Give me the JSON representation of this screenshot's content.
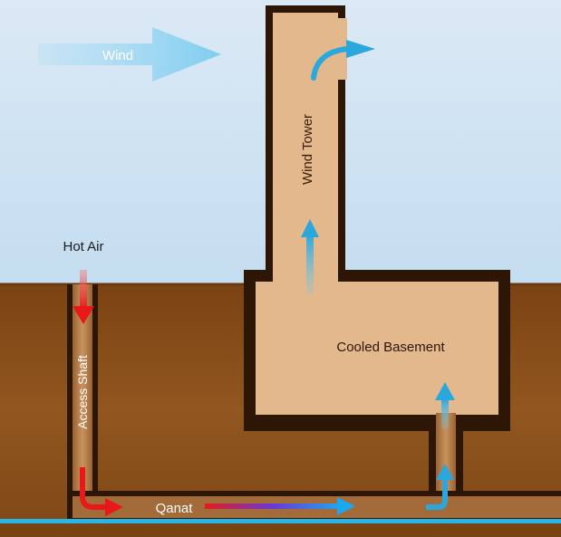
{
  "labels": {
    "wind": "Wind",
    "wind_tower": "Wind Tower",
    "hot_air": "Hot Air",
    "access_shaft": "Access Shaft",
    "cooled_basement": "Cooled Basement",
    "qanat": "Qanat"
  },
  "colors": {
    "sky": "#cfe3f2",
    "ground": "#8a4f18",
    "wall": "#2e1606",
    "room": "#e3b88d",
    "water": "#29b6e6",
    "cool_arrow": "#2aa7dd",
    "hot_arrow": "#e81818"
  }
}
